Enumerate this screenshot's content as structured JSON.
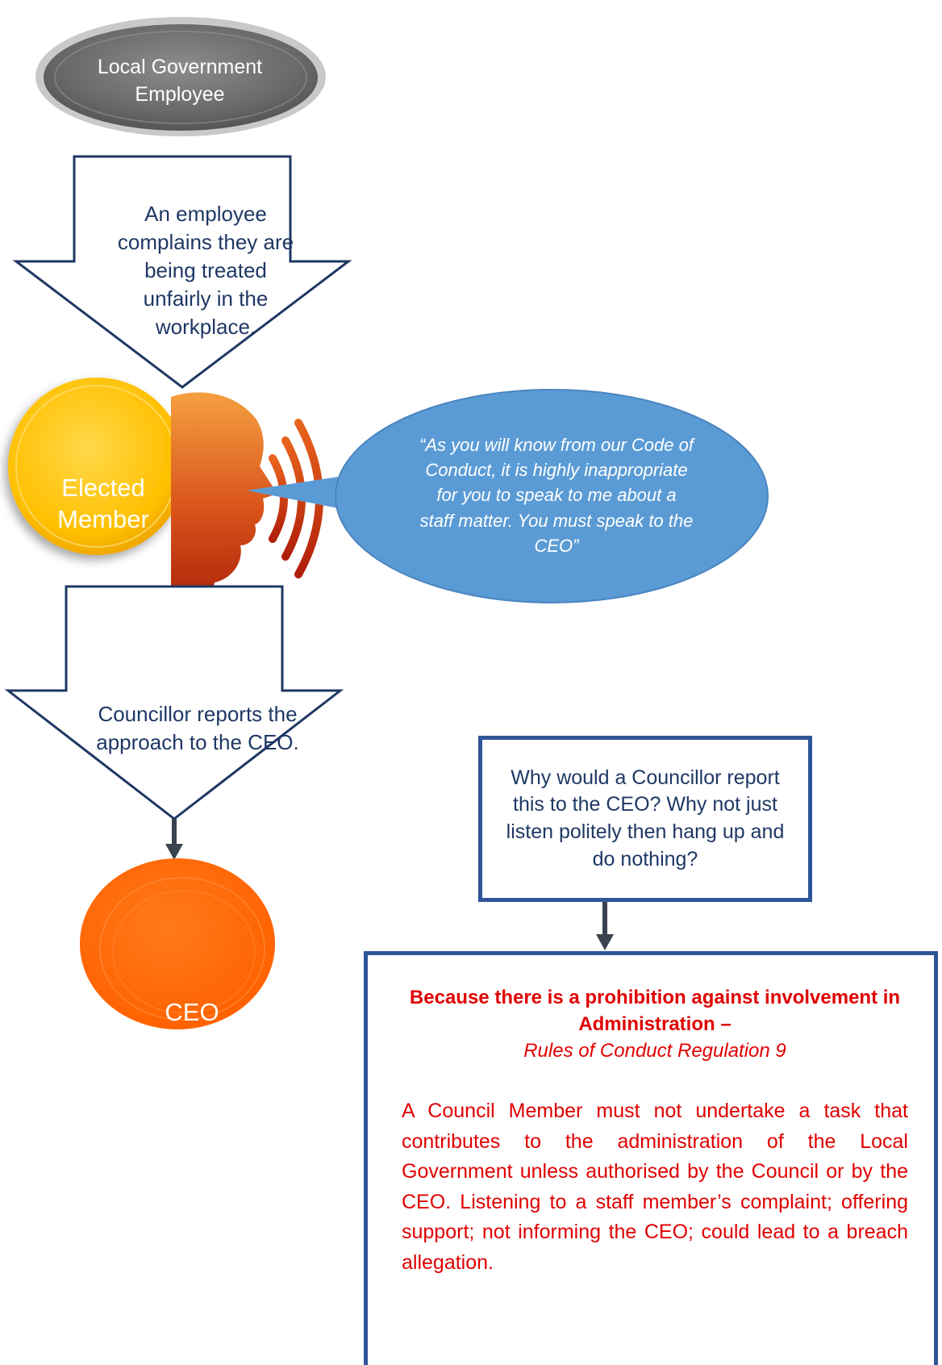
{
  "nodes": {
    "employee": {
      "label": "Local Government Employee"
    },
    "complaint_arrow": {
      "text": "An employee complains they are being treated unfairly in the workplace."
    },
    "elected_member": {
      "label": "Elected Member"
    },
    "speech_bubble": {
      "text": "“As you will know from our Code of Conduct, it is highly inappropriate for you to speak to me about a staff matter. You must speak to the CEO”"
    },
    "report_arrow": {
      "text": "Councillor reports the approach to the CEO."
    },
    "ceo": {
      "label": "CEO"
    },
    "question_box": {
      "text": "Why would a Councillor report this to the CEO? Why not just listen politely then hang up and do nothing?"
    },
    "answer_box": {
      "heading": "Because there is a prohibition against involvement in Administration –",
      "citation": "Rules of Conduct Regulation 9",
      "body": "A Council Member must not undertake a task that contributes to the administration of the Local Government unless authorised by the Council or by the CEO. Listening to a staff member’s complaint; offering support; not informing the CEO; could lead to a breach allegation."
    }
  },
  "icons": [
    "speaking-head-icon"
  ],
  "colors": {
    "employee_oval": "#6e6e6e",
    "arrow_outline": "#1f3864",
    "elected_member_circle": "#ffc000",
    "speech_bubble": "#5b9bd5",
    "ceo_oval": "#ff6600",
    "box_border": "#2f5597",
    "answer_text": "#e00000",
    "connector": "#3a4350"
  }
}
